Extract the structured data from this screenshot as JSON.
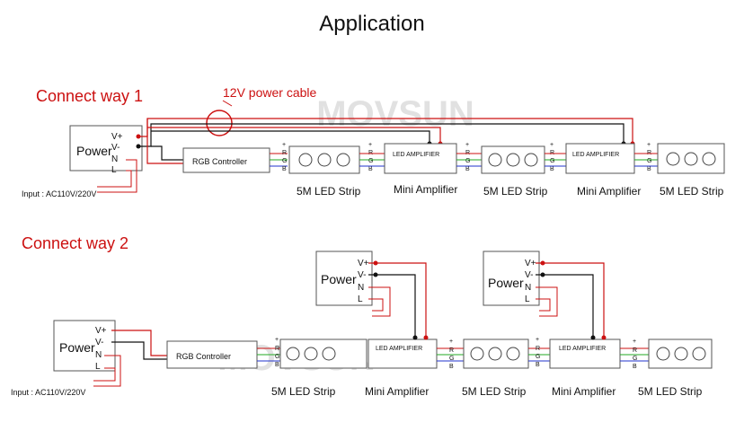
{
  "title": "Application",
  "watermark": "MOVSUN",
  "colors": {
    "red": "#cc1111",
    "green": "#22aa22",
    "blue": "#2233cc",
    "black": "#111111"
  },
  "section1": {
    "heading": "Connect way 1",
    "callout": "12V power cable",
    "input_label": "Input : AC110V/220V",
    "power": {
      "name": "Power",
      "terminals": [
        "V+",
        "V-",
        "N",
        "L"
      ]
    },
    "controller": "RGB Controller",
    "amp_header": "LED AMPLIFIER",
    "amp_caption": "Mini Amplifier",
    "strip_caption": "5M LED Strip",
    "rgb_pins": [
      "R",
      "G",
      "B"
    ],
    "plus_pin": "+"
  },
  "section2": {
    "heading": "Connect way 2",
    "input_label": "Input : AC110V/220V",
    "power": {
      "name": "Power",
      "terminals": [
        "V+",
        "V-",
        "N",
        "L"
      ]
    },
    "controller": "RGB Controller",
    "amp_header": "LED AMPLIFIER",
    "amp_caption": "Mini Amplifier",
    "strip_caption": "5M LED Strip",
    "rgb_pins": [
      "R",
      "G",
      "B"
    ],
    "plus_pin": "+"
  }
}
